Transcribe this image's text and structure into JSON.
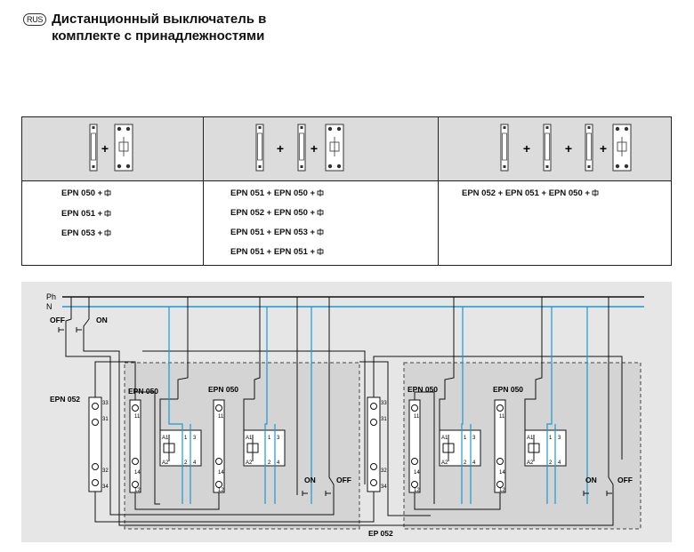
{
  "header": {
    "lang_badge": "RUS",
    "title_line1": "Дистанционный выключатель в",
    "title_line2": "комплекте с принадлежностями"
  },
  "table": {
    "col1": [
      "EPN 050 +",
      "EPN 051 +",
      "EPN 053 +"
    ],
    "col2": [
      "EPN 051 + EPN 050 +",
      "EPN 052 + EPN 050 +",
      "EPN 051 + EPN 053 +",
      "EPN 051 + EPN 051 +"
    ],
    "col3": [
      "EPN 052 + EPN 051 + EPN 050 +"
    ],
    "plus": "+"
  },
  "diagram": {
    "phase": "Ph",
    "neutral": "N",
    "off": "OFF",
    "on": "ON",
    "epn052": "EPN 052",
    "epn050": "EPN 050",
    "ep052": "EP 052",
    "a1": "A1",
    "a2": "A2",
    "t1": "1",
    "t2": "2",
    "t3": "3",
    "t4": "4",
    "t11": "11",
    "t12": "12",
    "t14": "14",
    "t31": "31",
    "t32": "32",
    "t33": "33",
    "t34": "34",
    "colors": {
      "phase": "#111111",
      "neutral": "#1a9ad6",
      "box_bg": "#d4d4d4",
      "panel_bg": "#e6e6e6"
    }
  }
}
